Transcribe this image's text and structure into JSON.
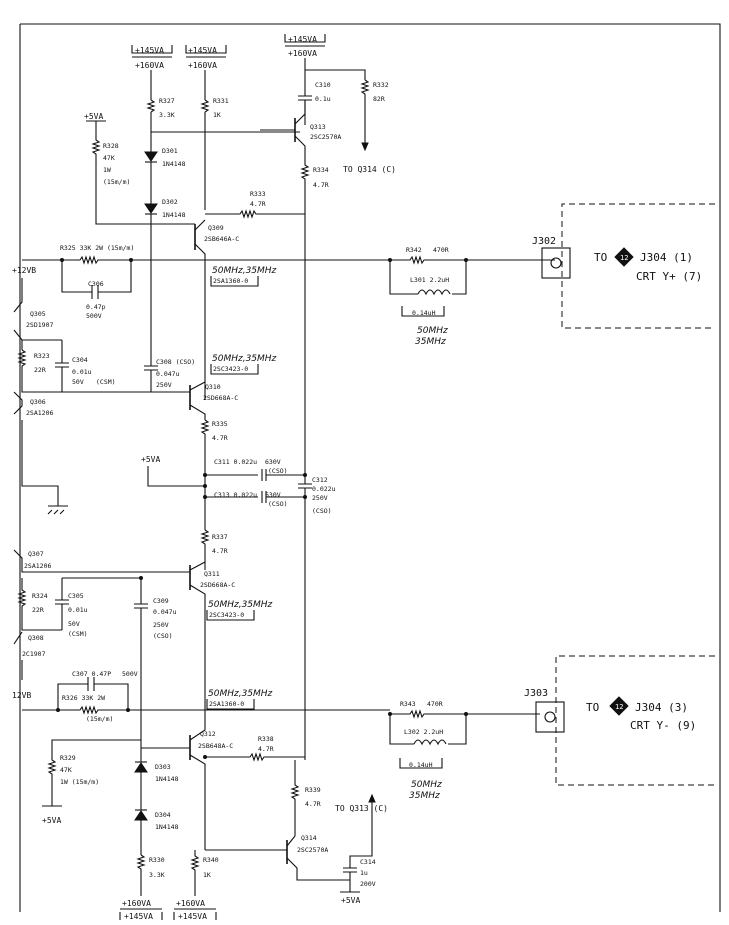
{
  "rails": {
    "r1_a": "+145VA",
    "r1_b": "+160VA",
    "r2_a": "+145VA",
    "r2_b": "+160VA",
    "r3_a": "+145VA",
    "r3_b": "+160VA",
    "b1_a": "+160VA",
    "b1_b": "+145VA",
    "b2_a": "+160VA",
    "b2_b": "+145VA",
    "p5_top": "+5VA",
    "p5_mid": "+5VA",
    "p5_bl": "+5VA",
    "p5_br": "+5VA",
    "p12_top": "+12VB",
    "p12_bot": "12VB"
  },
  "parts": {
    "c310": "C310",
    "c310_v": "0.1u",
    "r332": "R332",
    "r332_v": "82R",
    "q313": "Q313",
    "q313_t": "2SC2570A",
    "to_q314": "TO Q314 (C)",
    "r334": "R334",
    "r334_v": "4.7R",
    "r327": "R327",
    "r327_v": "3.3K",
    "r331": "R331",
    "r331_v": "1K",
    "r328": "R328",
    "r328_v1": "47K",
    "r328_v2": "1W",
    "r328_v3": "(15m/m)",
    "d301": "D301",
    "d301_t": "1N4148",
    "d302": "D302",
    "d302_t": "1N4148",
    "r333": "R333",
    "r333_v": "4.7R",
    "q309": "Q309",
    "q309_t": "2SB646A-C",
    "r325": "R325 33K 2W (15m/m)",
    "c306": "C306",
    "c306_v1": "0.47p",
    "c306_v2": "500V",
    "r342": "R342",
    "r342_v": "470R",
    "l301": "L301 2.2uH",
    "l301_b": "0.14uH",
    "note_l301_a": "50MHz",
    "note_l301_b": "35MHz",
    "q305": "Q305",
    "q305_t": "2SD1907",
    "r323": "R323",
    "r323_v": "22R",
    "c304": "C304",
    "c304_v1": "0.01u",
    "c304_v2": "50V",
    "c304_v3": "(CSM)",
    "c308": "C308 (CSO)",
    "c308_v1": "0.047u",
    "c308_v2": "250V",
    "q310": "Q310",
    "q310_t": "2SD668A-C",
    "q306": "Q306",
    "q306_t": "2SA1206",
    "r335": "R335",
    "r335_v": "4.7R",
    "c311": "C311 0.022u",
    "c311_v": "630V",
    "c311_n": "(CSO)",
    "c312": "C312",
    "c312_v1": "0.022u",
    "c312_v2": "250V",
    "c312_n": "(CSO)",
    "c313": "C313 0.022u",
    "c313_v": "630V",
    "c313_n": "(CSO)",
    "r337": "R337",
    "r337_v": "4.7R",
    "q307": "Q307",
    "q307_t": "2SA1206",
    "q311": "Q311",
    "q311_t": "2SD668A-C",
    "r324": "R324",
    "r324_v": "22R",
    "c305": "C305",
    "c305_v1": "0.01u",
    "c305_v2": "50V",
    "c305_v3": "(CSM)",
    "c309": "C309",
    "c309_v1": "0.047u",
    "c309_v2": "250V",
    "c309_v3": "(CSO)",
    "q308": "Q308",
    "q308_t": "2C1907",
    "c307": "C307 0.47P",
    "c307_v": "500V",
    "r326": "R326 33K 2W",
    "r326_v": "(15m/m)",
    "r343": "R343",
    "r343_v": "470R",
    "l302": "L302 2.2uH",
    "l302_b": "0.14uH",
    "note_l302_a": "50MHz",
    "note_l302_b": "35MHz",
    "q312": "Q312",
    "q312_t": "2SB648A-C",
    "r338": "R338",
    "r338_v": "4.7R",
    "r329": "R329",
    "r329_v1": "47K",
    "r329_v2": "1W (15m/m)",
    "d303": "D303",
    "d303_t": "1N4148",
    "d304": "D304",
    "d304_t": "1N4148",
    "r339": "R339",
    "r339_v": "4.7R",
    "to_q313": "TO Q313 (C)",
    "q314": "Q314",
    "q314_t": "2SC2570A",
    "c314": "C314",
    "c314_v1": "1u",
    "c314_v2": "200V",
    "r330": "R330",
    "r330_v": "3.3K",
    "r340": "R340",
    "r340_v": "1K"
  },
  "notes": {
    "n1_a": "50MHz,35MHz",
    "n1_b": "2SA1360-0",
    "n2_a": "50MHz,35MHz",
    "n2_b": "2SC3423-0",
    "n3_a": "50MHz,35MHz",
    "n3_b": "2SC3423-0",
    "n4_a": "50MHz,35MHz",
    "n4_b": "2SA1360-0"
  },
  "connectors": {
    "j302": "J302",
    "j302_to": "TO",
    "j302_badge": "12",
    "j302_ref": "J304 (1)",
    "j302_sig": "CRT Y+ (7)",
    "j303": "J303",
    "j303_to": "TO",
    "j303_badge": "12",
    "j303_ref": "J304 (3)",
    "j303_sig": "CRT Y- (9)"
  }
}
